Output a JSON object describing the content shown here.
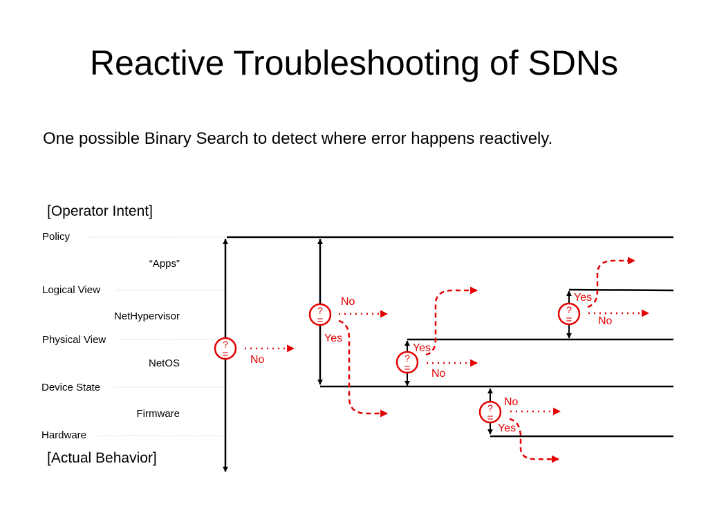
{
  "slide": {
    "title": "Reactive Troubleshooting of SDNs",
    "subtitle": "One possible Binary Search to detect where error happens reactively."
  },
  "diagram": {
    "top_label": "[Operator Intent]",
    "bottom_label": "[Actual Behavior]",
    "layers": [
      {
        "label": "Policy",
        "kind": "level"
      },
      {
        "label": "“Apps”",
        "kind": "between"
      },
      {
        "label": "Logical View",
        "kind": "level"
      },
      {
        "label": "NetHypervisor",
        "kind": "between"
      },
      {
        "label": "Physical View",
        "kind": "level"
      },
      {
        "label": "NetOS",
        "kind": "between"
      },
      {
        "label": "Device State",
        "kind": "level"
      },
      {
        "label": "Firmware",
        "kind": "between"
      },
      {
        "label": "Hardware",
        "kind": "level"
      }
    ],
    "check_symbol_top": "?",
    "check_symbol_bottom": "=",
    "yes_label": "Yes",
    "no_label": "No",
    "accent_color": "#e30000",
    "line_color": "#000000",
    "grid_color": "#d0d0d0"
  }
}
